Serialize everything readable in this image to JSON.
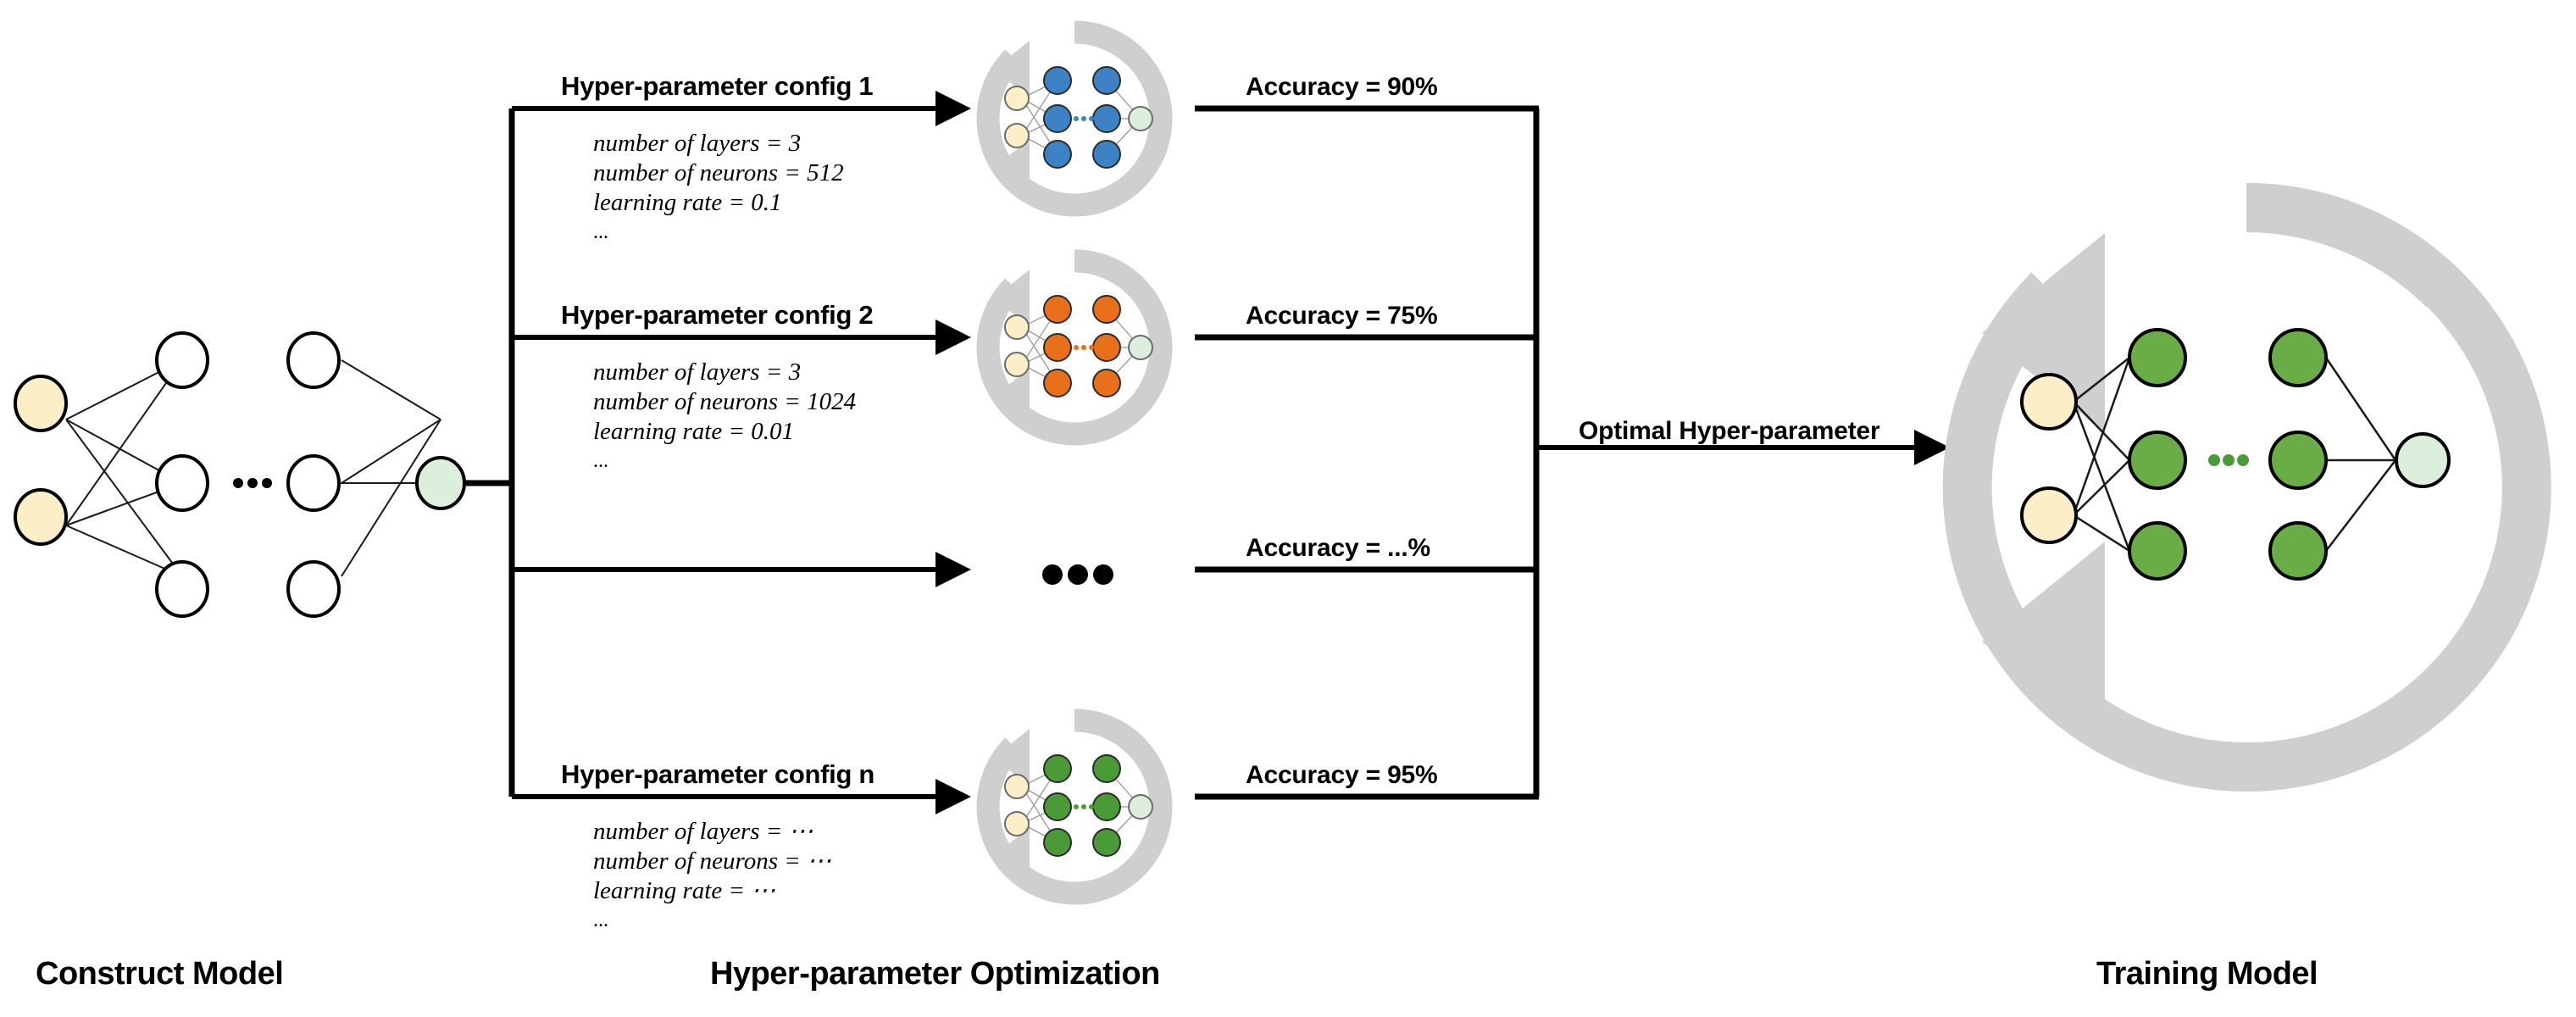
{
  "diagram": {
    "title_stages": [
      "Construct Model",
      "Hyper-parameter Optimization",
      "Training Model"
    ],
    "optimal_arrow_label": "Optimal Hyper-parameter"
  },
  "captions": {
    "construct": "Construct Model",
    "optimization": "Hyper-parameter Optimization",
    "training": "Training Model"
  },
  "branches": [
    {
      "title": "Hyper-parameter config 1",
      "params": [
        "number of layers = 3",
        "number of neurons = 512",
        "learning rate = 0.1"
      ],
      "more": "...",
      "accuracy": "Accuracy  =  90%",
      "node_color": "#3C82C4",
      "has_network": true
    },
    {
      "title": "Hyper-parameter config 2",
      "params": [
        "number of layers = 3",
        "number of neurons = 1024",
        "learning rate = 0.01"
      ],
      "more": "...",
      "accuracy": "Accuracy  =  75%",
      "node_color": "#E8701A",
      "has_network": true
    },
    {
      "title": "",
      "params": [],
      "more": "",
      "accuracy": "Accuracy  =  ...%",
      "node_color": "",
      "has_network": false
    },
    {
      "title": "Hyper-parameter config n",
      "params": [
        "number of layers = ⋯",
        "number of neurons = ⋯",
        "learning rate = ⋯"
      ],
      "more": "...",
      "accuracy": "Accuracy  =  95%",
      "node_color": "#4A9A38",
      "has_network": true
    }
  ],
  "colors": {
    "input_node": "#FCEFC8",
    "output_node": "#DCEEDC",
    "training_node": "#6AAD46",
    "ring_gray": "#CFCFCF",
    "stroke": "#000000",
    "blue": "#3C82C4",
    "orange": "#E8701A",
    "green": "#4A9A38"
  },
  "icons": {
    "ring": "circular-refresh-arrow-icon",
    "ellipsis": "ellipsis-icon",
    "arrow": "arrow-right-icon"
  }
}
